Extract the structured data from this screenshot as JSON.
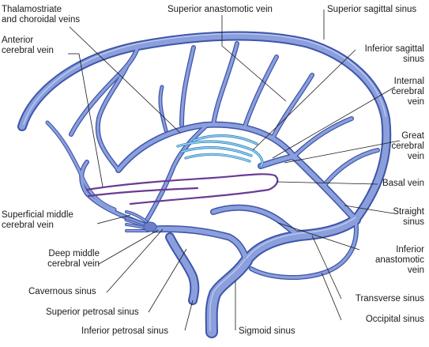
{
  "labels": {
    "thalamostriate": "Thalamostriate\nand choroidal veins",
    "superior_anastomotic": "Superior anastomotic vein",
    "superior_sagittal": "Superior sagittal sinus",
    "anterior_cerebral": "Anterior\ncerebral vein",
    "inferior_sagittal": "Inferior sagittal\nsinus",
    "internal_cerebral": "Internal\ncerebral\nvein",
    "great_cerebral": "Great\ncerebral\nvein",
    "basal": "Basal vein",
    "superficial_middle": "Superficial middle\ncerebral vein",
    "straight_sinus": "Straight\nsinus",
    "deep_middle": "Deep middle\ncerebral vein",
    "inferior_anastomotic": "Inferior\nanastomotic\nvein",
    "cavernous": "Cavernous sinus",
    "transverse": "Transverse sinus",
    "superior_petrosal": "Superior petrosal sinus",
    "occipital": "Occipital sinus",
    "inferior_petrosal": "Inferior petrosal sinus",
    "sigmoid": "Sigmoid sinus"
  },
  "colors": {
    "vein_fill": "#8a9fdc",
    "vein_edge": "#3f55a8",
    "deep_vein": "#7fc2e6",
    "basal_vein": "#7a4aa0",
    "leader": "#1a1a1a"
  }
}
